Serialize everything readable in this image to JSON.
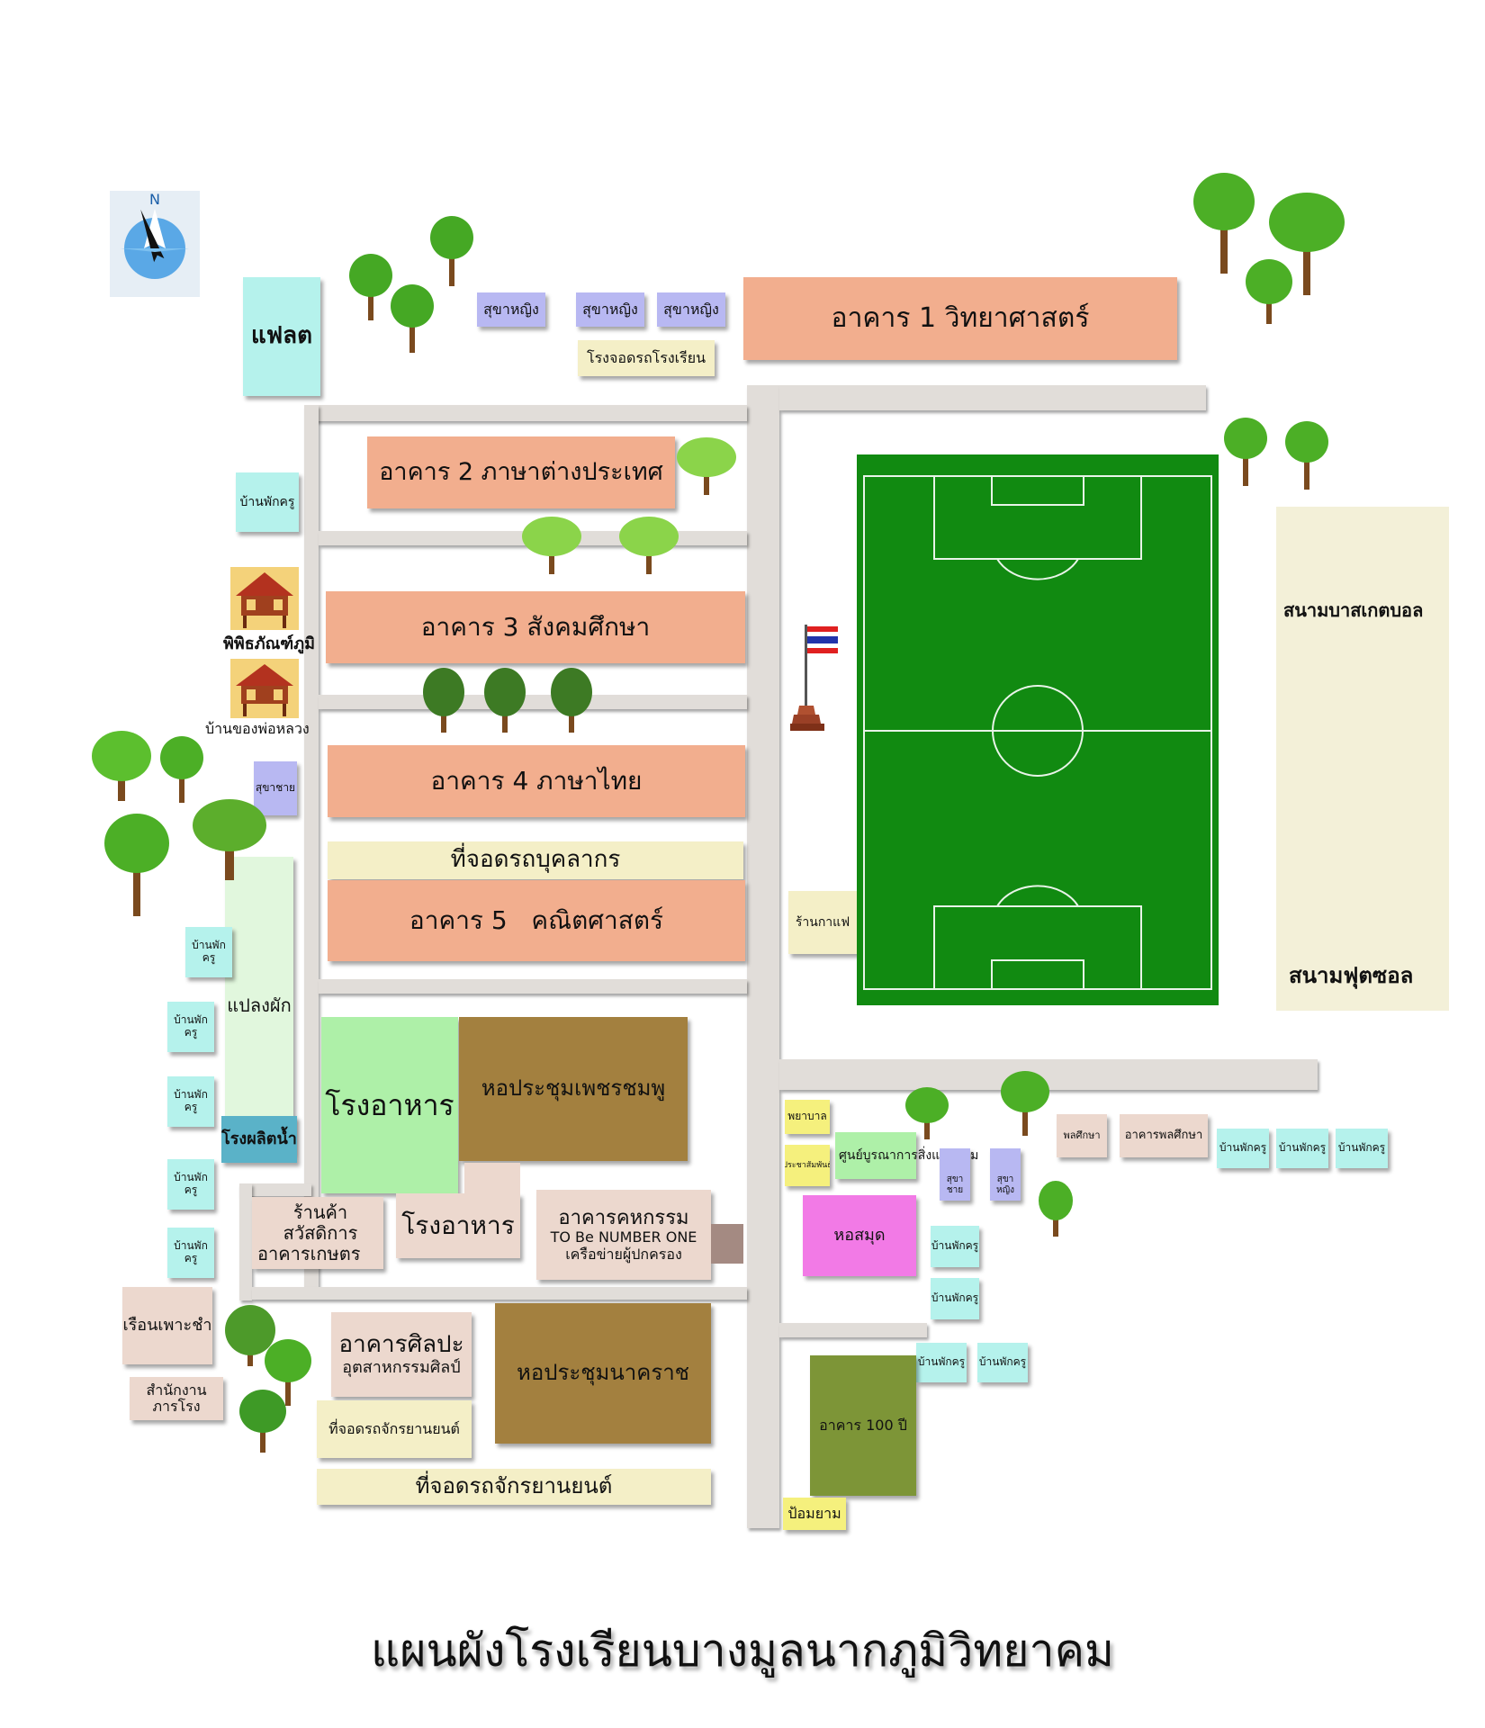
{
  "title": "แผนผังโรงเรียนบางมูลนากภูมิวิทยาคม",
  "compass": {
    "label": "N"
  },
  "buildings": {
    "b1": "อาคาร 1 วิทยาศาสตร์",
    "b2": "อาคาร 2 ภาษาต่างประเทศ",
    "b3": "อาคาร 3 สังคมศึกษา",
    "b4": "อาคาร 4 ภาษาไทย",
    "b5": "อาคาร 5   คณิตศาสตร์",
    "flat": "แฟลต",
    "parking_staff": "ที่จอดรถบุคลากร",
    "parking_school": "โรงจอดรถโรงเรียน",
    "restroom_f1": "สุขาหญิง",
    "restroom_f2": "สุขาหญิง",
    "restroom_f3": "สุขาหญิง",
    "restroom_m": "สุขาชาย",
    "museum": "พิพิธภัณฑ์ภูมิ",
    "father_house": "บ้านของพ่อหลวง",
    "veg_plot": "แปลงผัก",
    "water_plant": "โรงผลิตน้ำ",
    "canteen_main": "โรงอาหาร",
    "canteen_small": "โรงอาหาร",
    "hall_pink": "หอประชุมเพชรชมพู",
    "welfare_shop_l1": "ร้านค้าสวัสดิการ",
    "welfare_shop_l2": "อาคารเกษตร",
    "home_ec_l1": "อาคารคหกรรม",
    "home_ec_l2": "TO Be NUMBER ONE",
    "home_ec_l3": "เครือข่ายผู้ปกครอง",
    "greenhouse": "เรือนเพาะชำ",
    "janitor": "สำนักงานภารโรง",
    "art_l1": "อาคารศิลปะ",
    "art_l2": "อุตสาหกรรมศิลป์",
    "moto_parking_1": "ที่จอดรถจักรยานยนต์",
    "moto_parking_2": "ที่จอดรถจักรยานยนต์",
    "hall_naga": "หอประชุมนาคราช",
    "coffee": "ร้านกาแฟ",
    "nurse": "พยาบาล",
    "pr": "ประชาสัมพันธ์",
    "env_center": "ศูนย์บูรณาการสิ่งแวดล้อม",
    "restroom_m2": "สุขาชาย",
    "restroom_f4": "สุขาหญิง",
    "pe_l": "พลศึกษา",
    "pe_building": "อาคารพลศึกษา",
    "library": "หอสมุด",
    "centennial": "อาคาร 100 ปี",
    "guard": "ป้อมยาม",
    "basketball": "สนามบาสเกตบอล",
    "futsal": "สนามฟุตซอล"
  },
  "teacher_house_label": "บ้านพักครู",
  "colors": {
    "salmon": "#f2ae8e",
    "field": "#118a11",
    "road": "#e1ddd9",
    "tree_green": "#4caf26"
  }
}
